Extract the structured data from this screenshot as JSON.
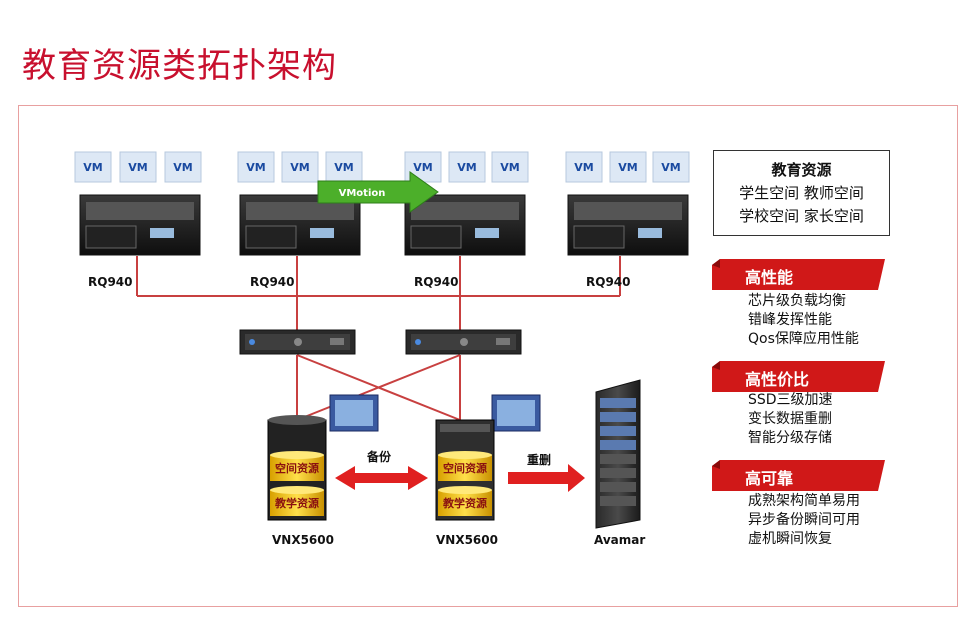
{
  "page": {
    "title": "教育资源类拓扑架构"
  },
  "vm_label": "VM",
  "vmotion_label": "VMotion",
  "servers": [
    {
      "label": "RQ940"
    },
    {
      "label": "RQ940"
    },
    {
      "label": "RQ940"
    },
    {
      "label": "RQ940"
    }
  ],
  "storage": [
    {
      "label": "VNX5600",
      "top_text": "空间资源",
      "bottom_text": "教学资源"
    },
    {
      "label": "VNX5600",
      "top_text": "空间资源",
      "bottom_text": "教学资源"
    }
  ],
  "backup_label": "备份",
  "dedup_label": "重删",
  "avamar_label": "Avamar",
  "edu_box": {
    "title": "教育资源",
    "line1": "学生空间  教师空间",
    "line2": "学校空间  家长空间"
  },
  "features": [
    {
      "title": "高性能",
      "items": [
        "芯片级负载均衡",
        "错峰发挥性能",
        "Qos保障应用性能"
      ]
    },
    {
      "title": "高性价比",
      "items": [
        "SSD三级加速",
        "变长数据重删",
        "智能分级存储"
      ]
    },
    {
      "title": "高可靠",
      "items": [
        "成熟架构简单易用",
        "异步备份瞬间可用",
        "虚机瞬间恢复"
      ]
    }
  ],
  "colors": {
    "accent": "#c8102e",
    "line": "#c84040",
    "vm_box": "#dde8f5",
    "arrow_green": "#4caf2a"
  }
}
